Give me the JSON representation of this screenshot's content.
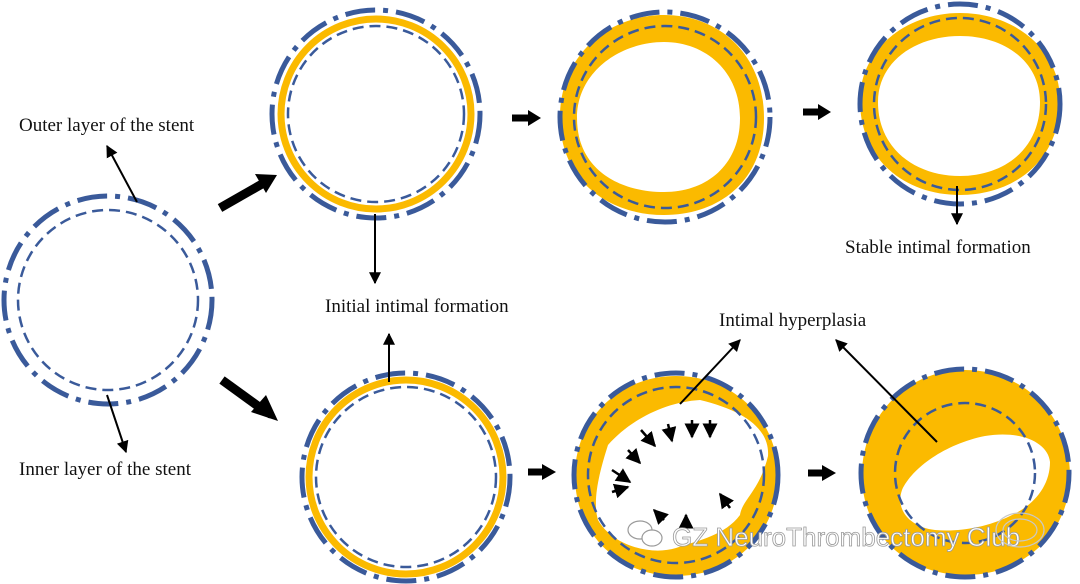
{
  "labels": {
    "outer_layer": "Outer layer of the stent",
    "inner_layer": "Inner layer of the stent",
    "initial_formation": "Initial intimal formation",
    "stable_formation": "Stable intimal formation",
    "hyperplasia": "Intimal hyperplasia"
  },
  "watermark": {
    "text": "GZ NeuroThrombectomy Club",
    "icon": "wechat-icon"
  },
  "colors": {
    "stent_blue": "#3a5a9a",
    "intima_yellow": "#fbba00",
    "arrow": "#000000"
  }
}
